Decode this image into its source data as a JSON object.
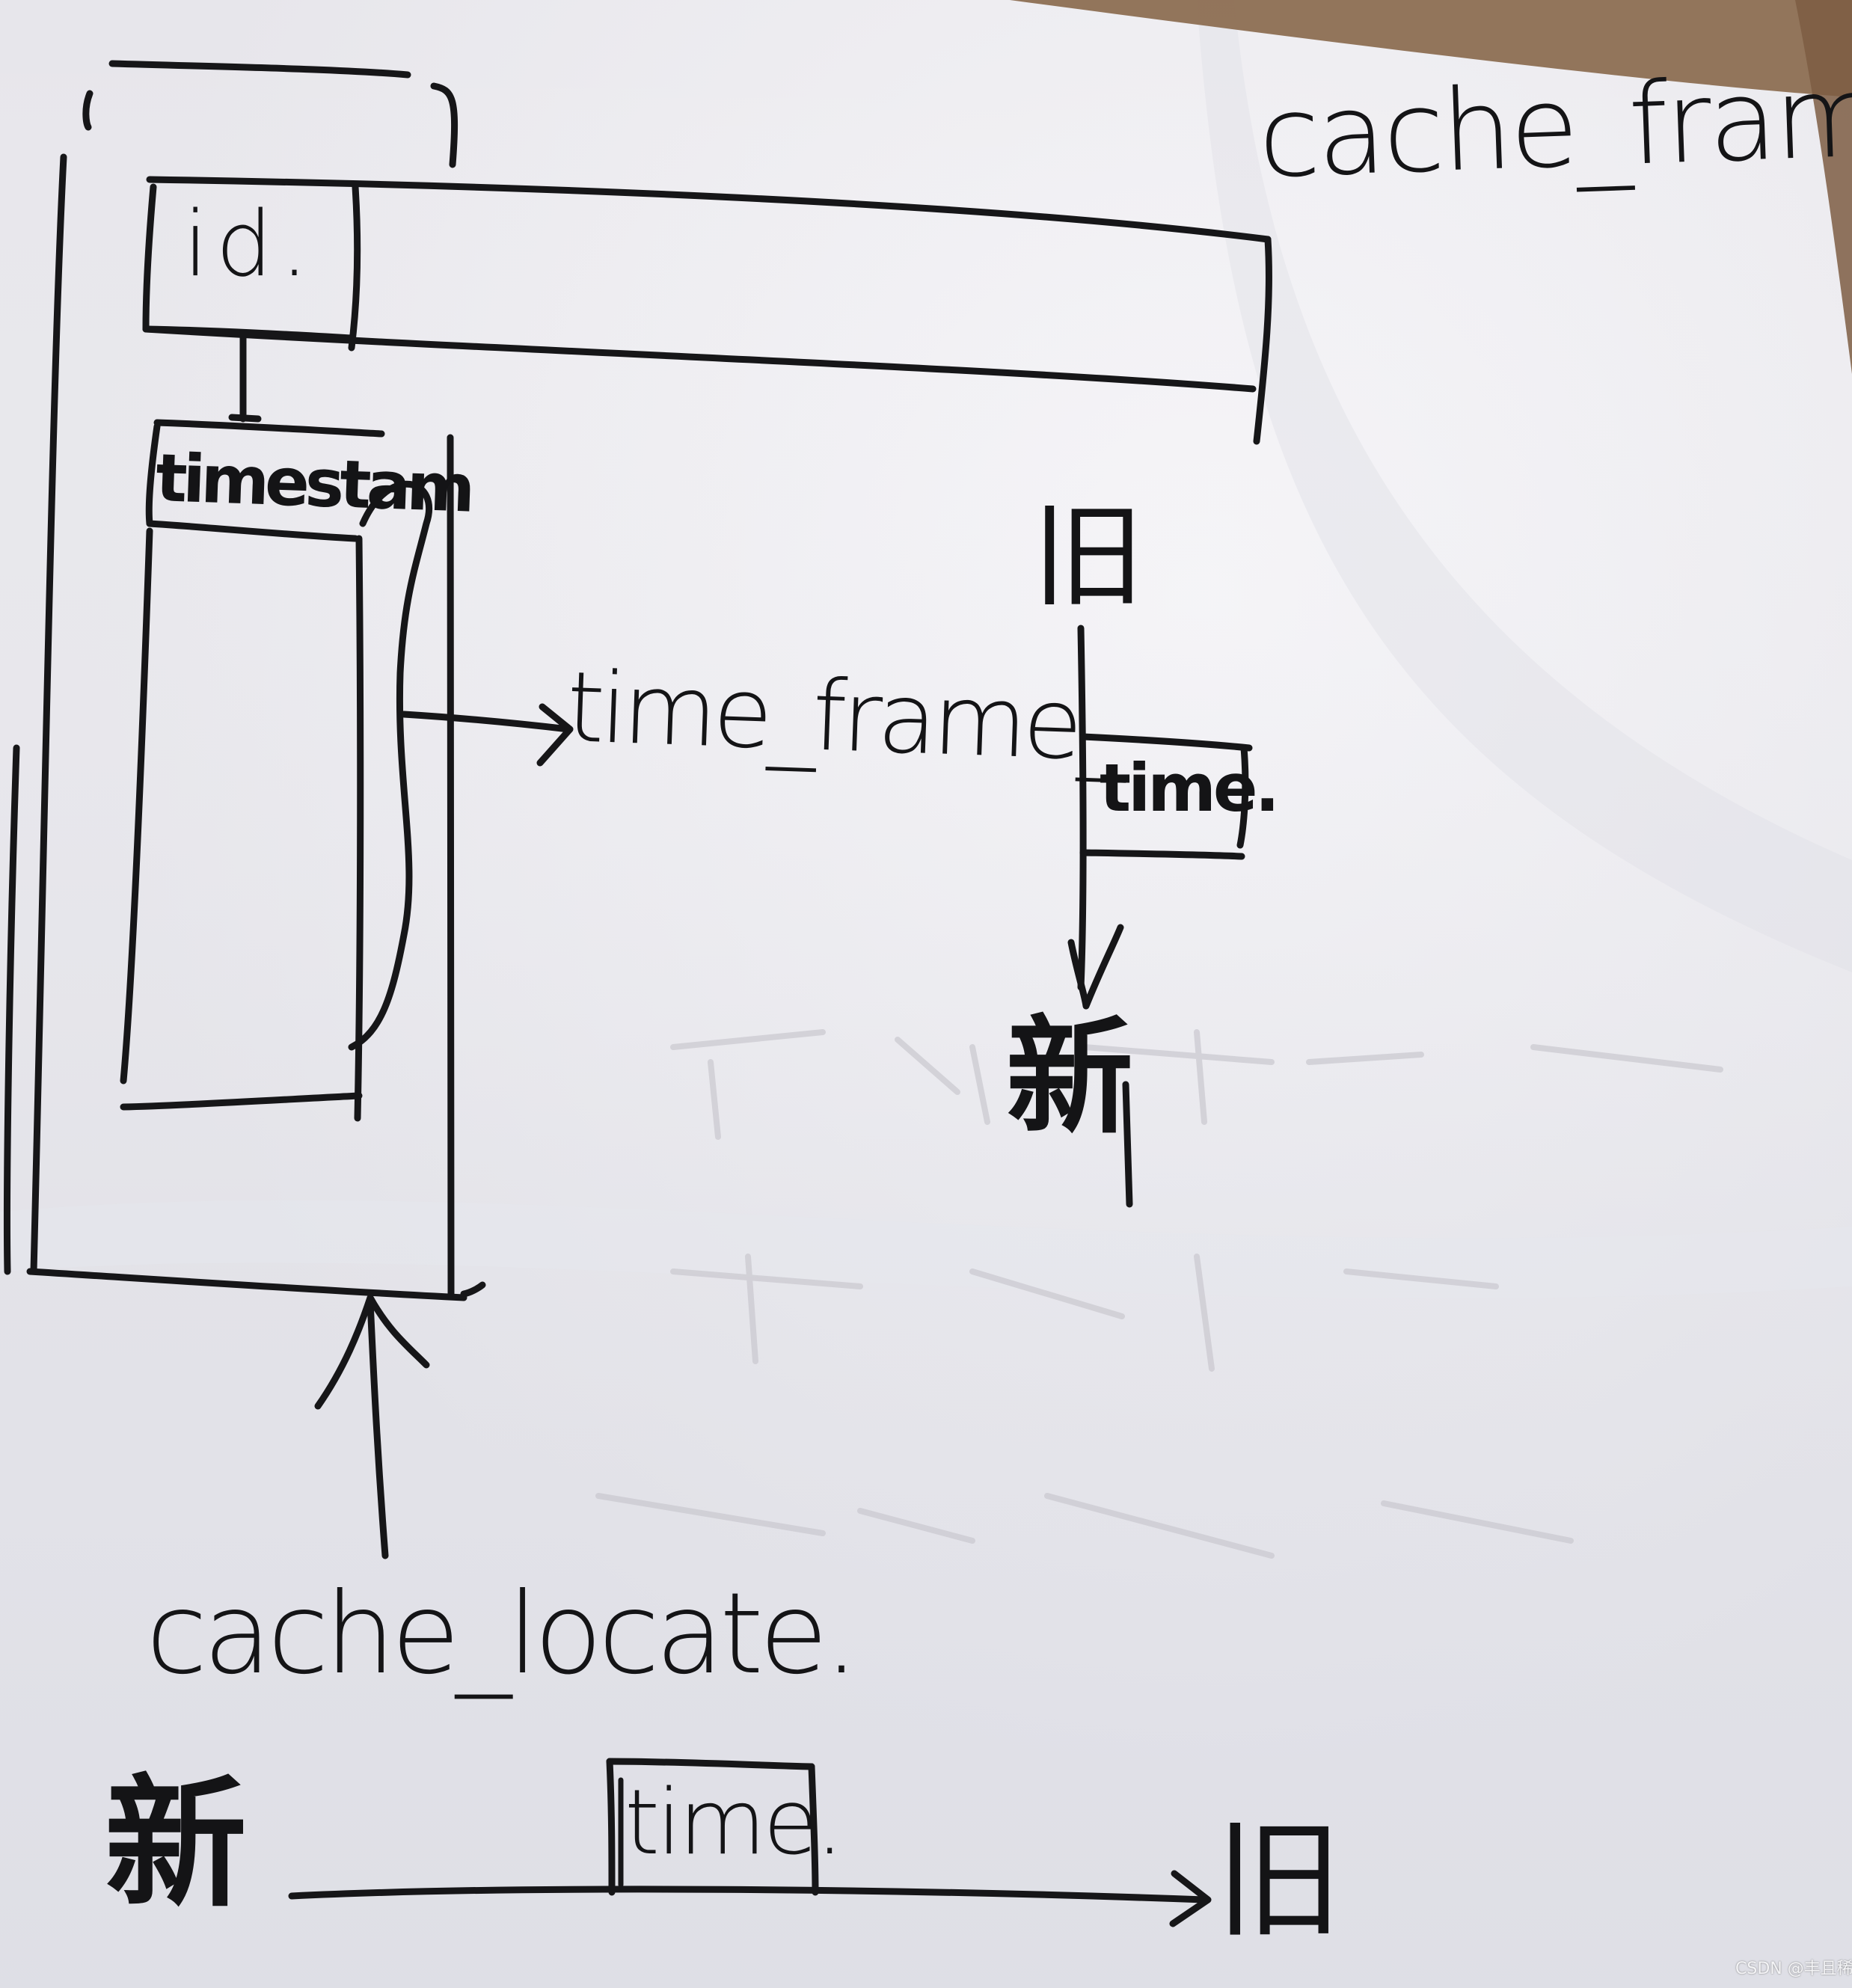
{
  "labels": {
    "cache_frame": "cache_frame.",
    "id": "id.",
    "timestamp": "timestam",
    "time_frame": "time_frame_",
    "old_top": "旧",
    "new_mid": "新",
    "time_box_right": "time.",
    "cache_locate": "cache_locate.",
    "new_bottom": "新",
    "time_box_bottom": "time.",
    "old_bottom": "旧"
  },
  "watermark": "CSDN @丰且稀动",
  "colors": {
    "ink": "#161618",
    "paper": "#eeedf1"
  }
}
